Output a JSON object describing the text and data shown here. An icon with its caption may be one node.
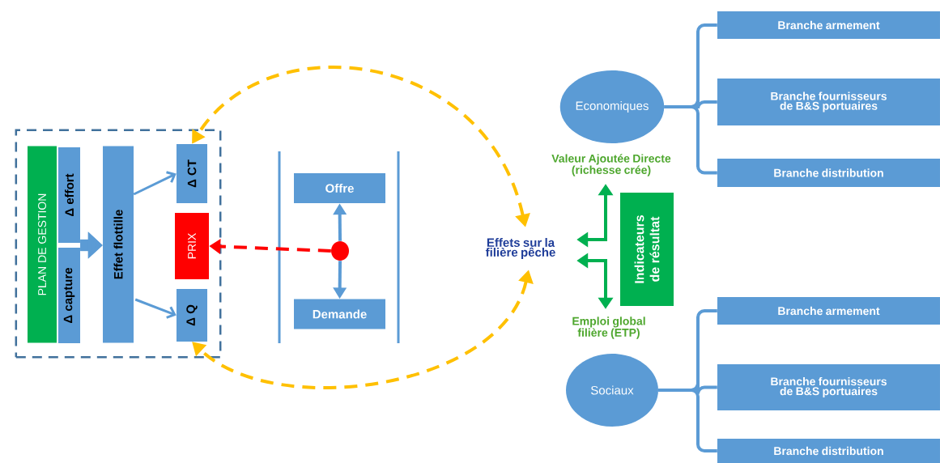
{
  "diagram": {
    "nodes": [
      {
        "text": [],
        "shape": "box"
      },
      {
        "text": [
          "PLAN DE GESTION"
        ],
        "in": 0
      },
      {
        "text": [
          "Δ effort"
        ],
        "in": 0
      },
      {
        "text": [
          "Δ capture"
        ],
        "in": 0
      },
      {
        "text": [
          "Effet flottille"
        ],
        "in": 0
      },
      {
        "text": [
          "Δ CT"
        ],
        "in": 0
      },
      {
        "text": [
          "PRIX"
        ],
        "in": 0
      },
      {
        "text": [
          "Δ Q"
        ],
        "in": 0
      },
      {
        "text": [
          "Offre"
        ]
      },
      {
        "text": [
          "Demande"
        ]
      },
      {
        "text": [],
        "shape": "circle"
      },
      {
        "text": [
          "Effets sur la filière pêche"
        ]
      },
      {
        "text": [
          "Valeur Ajoutée Directe (richesse crée)"
        ]
      },
      {
        "text": [
          "Emploi global filière (ETP)"
        ]
      },
      {
        "text": [
          "Indicateurs de résultat"
        ]
      },
      {
        "text": [
          "Economiques"
        ]
      },
      {
        "text": [
          "Sociaux"
        ]
      },
      {
        "text": [
          "Branche armement"
        ]
      },
      {
        "text": [
          "Branche fournisseurs de B&S portuaires"
        ]
      },
      {
        "text": [
          "Branche distribution"
        ]
      },
      {
        "text": [
          "Branche armement"
        ]
      },
      {
        "text": [
          "Branche fournisseurs de B&S portuaires"
        ]
      },
      {
        "text": [
          "Branche distribution"
        ]
      }
    ],
    "edges": [
      {
        "from": 2,
        "to": 4,
        "arrow": "to",
        "style": "thick"
      },
      {
        "from": 3,
        "to": 4,
        "arrow": "to",
        "style": "thick"
      },
      {
        "from": 4,
        "to": 5,
        "arrow": "to"
      },
      {
        "from": 4,
        "to": 7,
        "arrow": "to"
      },
      {
        "from": 10,
        "to": 6,
        "arrow": "to",
        "style": "dashed",
        "color": "#ff0000"
      },
      {
        "from": 10,
        "to": 8,
        "arrow": "to"
      },
      {
        "from": 10,
        "to": 9,
        "arrow": "to"
      },
      {
        "from": 11,
        "to": 5,
        "arrow": "both",
        "style": "dashed",
        "color": "#ffc000"
      },
      {
        "from": 11,
        "to": 7,
        "arrow": "both",
        "style": "dashed",
        "color": "#ffc000"
      },
      {
        "from": 12,
        "to": 11,
        "arrow": "both",
        "color": "#00b050"
      },
      {
        "from": 13,
        "to": 11,
        "arrow": "both",
        "color": "#00b050"
      },
      {
        "from": 15,
        "to": 17,
        "arrow": "none"
      },
      {
        "from": 15,
        "to": 18,
        "arrow": "none"
      },
      {
        "from": 15,
        "to": 19,
        "arrow": "none"
      },
      {
        "from": 16,
        "to": 20,
        "arrow": "none"
      },
      {
        "from": 16,
        "to": 21,
        "arrow": "none"
      },
      {
        "from": 16,
        "to": 22,
        "arrow": "none"
      }
    ]
  }
}
